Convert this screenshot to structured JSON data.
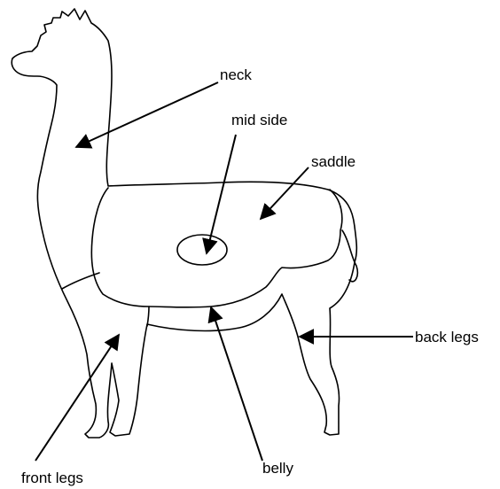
{
  "labels": {
    "neck": "neck",
    "mid_side": "mid side",
    "saddle": "saddle",
    "back_legs": "back legs",
    "front_legs": "front legs",
    "belly": "belly"
  },
  "colors": {
    "line": "#000000",
    "background": "#ffffff"
  }
}
